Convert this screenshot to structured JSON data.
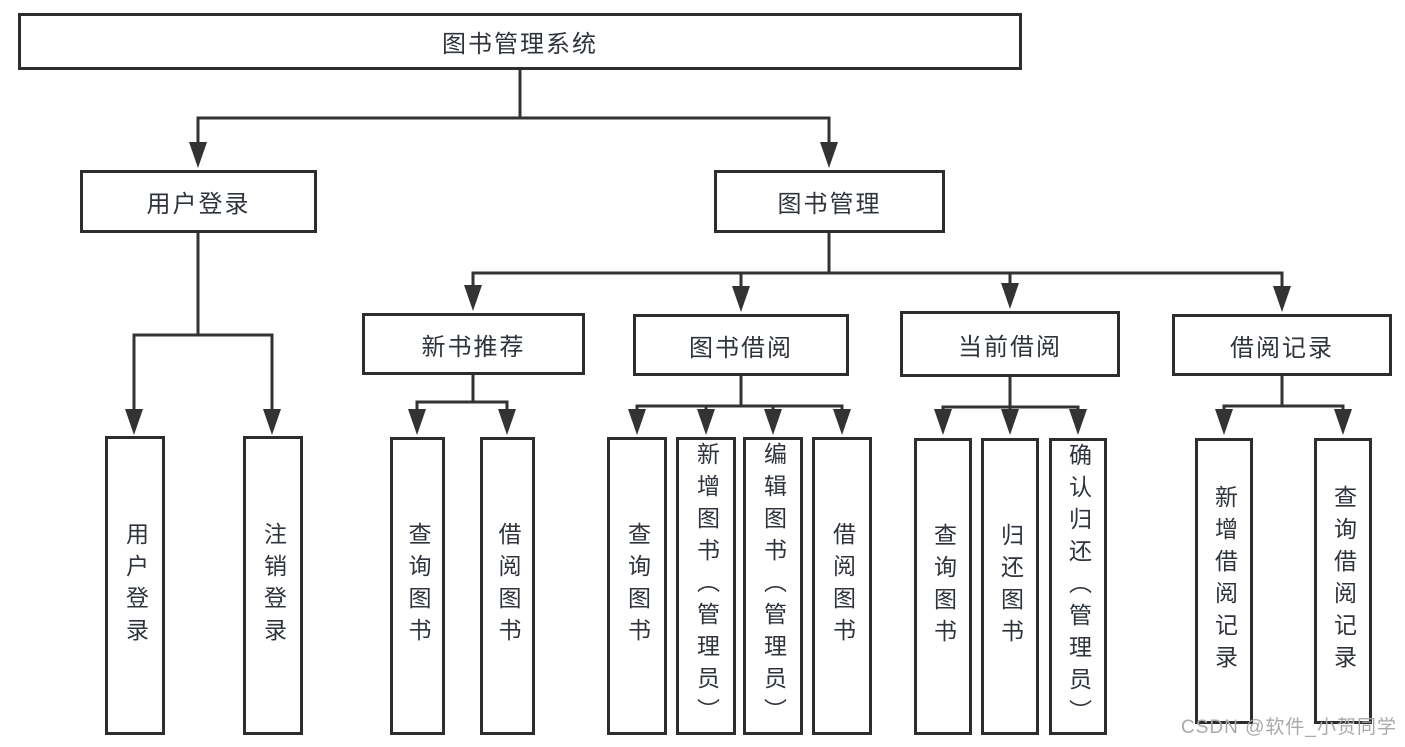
{
  "diagram": {
    "title": "图书管理系统",
    "watermark": {
      "text": "CSDN @软件_小贺同学"
    },
    "colors": {
      "background": "#ffffff",
      "line": "#333333",
      "box_border": "#2d2d2d",
      "box_fill": "#ffffff",
      "text": "#2f343c",
      "watermark": "#a9a9a9"
    },
    "nodes": {
      "root": {
        "label": "图书管理系统",
        "children": [
          "user_login",
          "book_mgmt"
        ]
      },
      "user_login": {
        "label": "用户登录",
        "children": [
          "login",
          "logout"
        ]
      },
      "book_mgmt": {
        "label": "图书管理",
        "children": [
          "new_book_rec",
          "book_borrow",
          "current_borrow",
          "borrow_record"
        ]
      },
      "new_book_rec": {
        "label": "新书推荐",
        "children": [
          "rec_query_books",
          "rec_borrow_books"
        ]
      },
      "book_borrow": {
        "label": "图书借阅",
        "children": [
          "bb_query_books",
          "bb_add_books",
          "bb_edit_books",
          "bb_borrow_books"
        ]
      },
      "current_borrow": {
        "label": "当前借阅",
        "children": [
          "cb_query_books",
          "cb_return_books",
          "cb_confirm_return"
        ]
      },
      "borrow_record": {
        "label": "借阅记录",
        "children": [
          "br_add_record",
          "br_query_record"
        ]
      },
      "login": {
        "label": "用户登录"
      },
      "logout": {
        "label": "注销登录"
      },
      "rec_query_books": {
        "label": "查询图书"
      },
      "rec_borrow_books": {
        "label": "借阅图书"
      },
      "bb_query_books": {
        "label": "查询图书"
      },
      "bb_add_books": {
        "label": "新增图书（管理员）"
      },
      "bb_edit_books": {
        "label": "编辑图书（管理员）"
      },
      "bb_borrow_books": {
        "label": "借阅图书"
      },
      "cb_query_books": {
        "label": "查询图书"
      },
      "cb_return_books": {
        "label": "归还图书"
      },
      "cb_confirm_return": {
        "label": "确认归还（管理员）"
      },
      "br_add_record": {
        "label": "新增借阅记录"
      },
      "br_query_record": {
        "label": "查询借阅记录"
      }
    }
  }
}
